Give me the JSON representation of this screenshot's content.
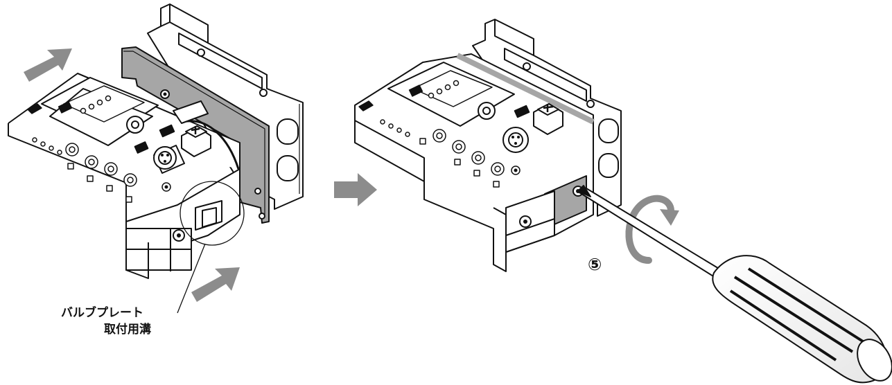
{
  "callout": {
    "line1": "バルブプレート",
    "line2": "取付用溝"
  },
  "step_number": "⑤",
  "colors": {
    "arrow_gray": "#8c8c8c",
    "plate_gray": "#a6a6a6",
    "outline": "#111111",
    "fill_white": "#ffffff",
    "led_panel_gray": "#d0d0d0"
  },
  "icons": {
    "push_arrow": "push-arrow-icon",
    "next_step_arrow": "next-step-arrow-icon",
    "rotate_arrow": "rotate-arrow-icon"
  }
}
